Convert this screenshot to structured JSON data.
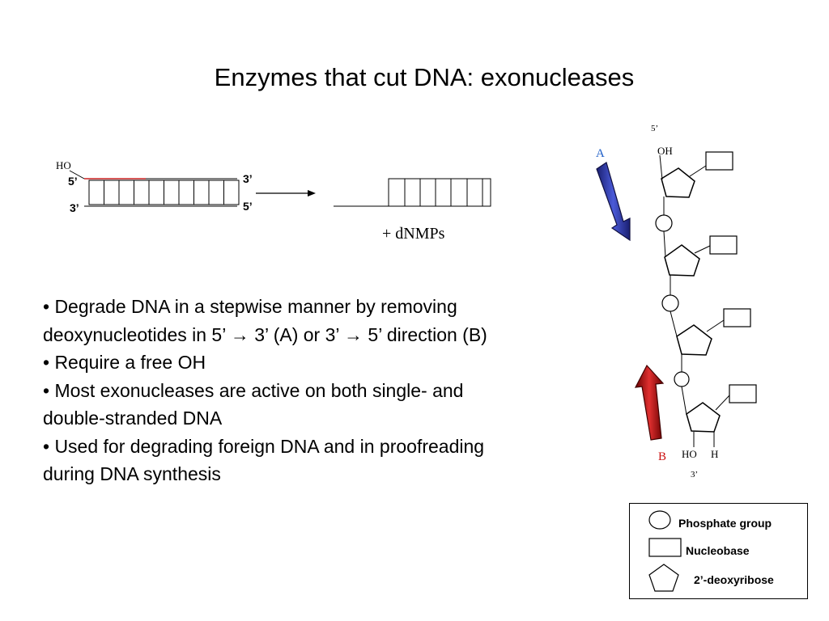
{
  "slide": {
    "title": "Enzymes that cut DNA: exonucleases"
  },
  "reaction": {
    "ho_label": "HO",
    "top_left_end": "5’",
    "bottom_left_end": "3’",
    "top_right_end": "3’",
    "bottom_right_end": "5’",
    "products": "+ dNMPs"
  },
  "bullets": {
    "line1": "• Degrade DNA in a stepwise manner by removing",
    "line2_a": "deoxynucleotides in 5’ ",
    "line2_arrow1": "→",
    "line2_b": " 3’ (A) or 3’ ",
    "line2_arrow2": "→",
    "line2_c": " 5’ direction (B)",
    "line3": "• Require a free OH",
    "line4": "• Most exonucleases are active on both single- and",
    "line5": "double-stranded DNA",
    "line6": "• Used for degrading foreign DNA and in proofreading",
    "line7": "during DNA synthesis"
  },
  "strand": {
    "top_end": "5’",
    "oh_label": "OH",
    "label_a": "A",
    "label_b": "B",
    "ho_label": "HO",
    "h_label": "H",
    "bottom_end": "3’"
  },
  "legend": {
    "phosphate": "Phosphate group",
    "nucleobase": "Nucleobase",
    "deoxyribose": "2’-deoxyribose"
  },
  "colors": {
    "arrow_a": "#2b36a8",
    "arrow_b": "#a01010",
    "label_a": "#1f5fc8",
    "label_b": "#cc1010",
    "strand_red": "#cc2020"
  }
}
